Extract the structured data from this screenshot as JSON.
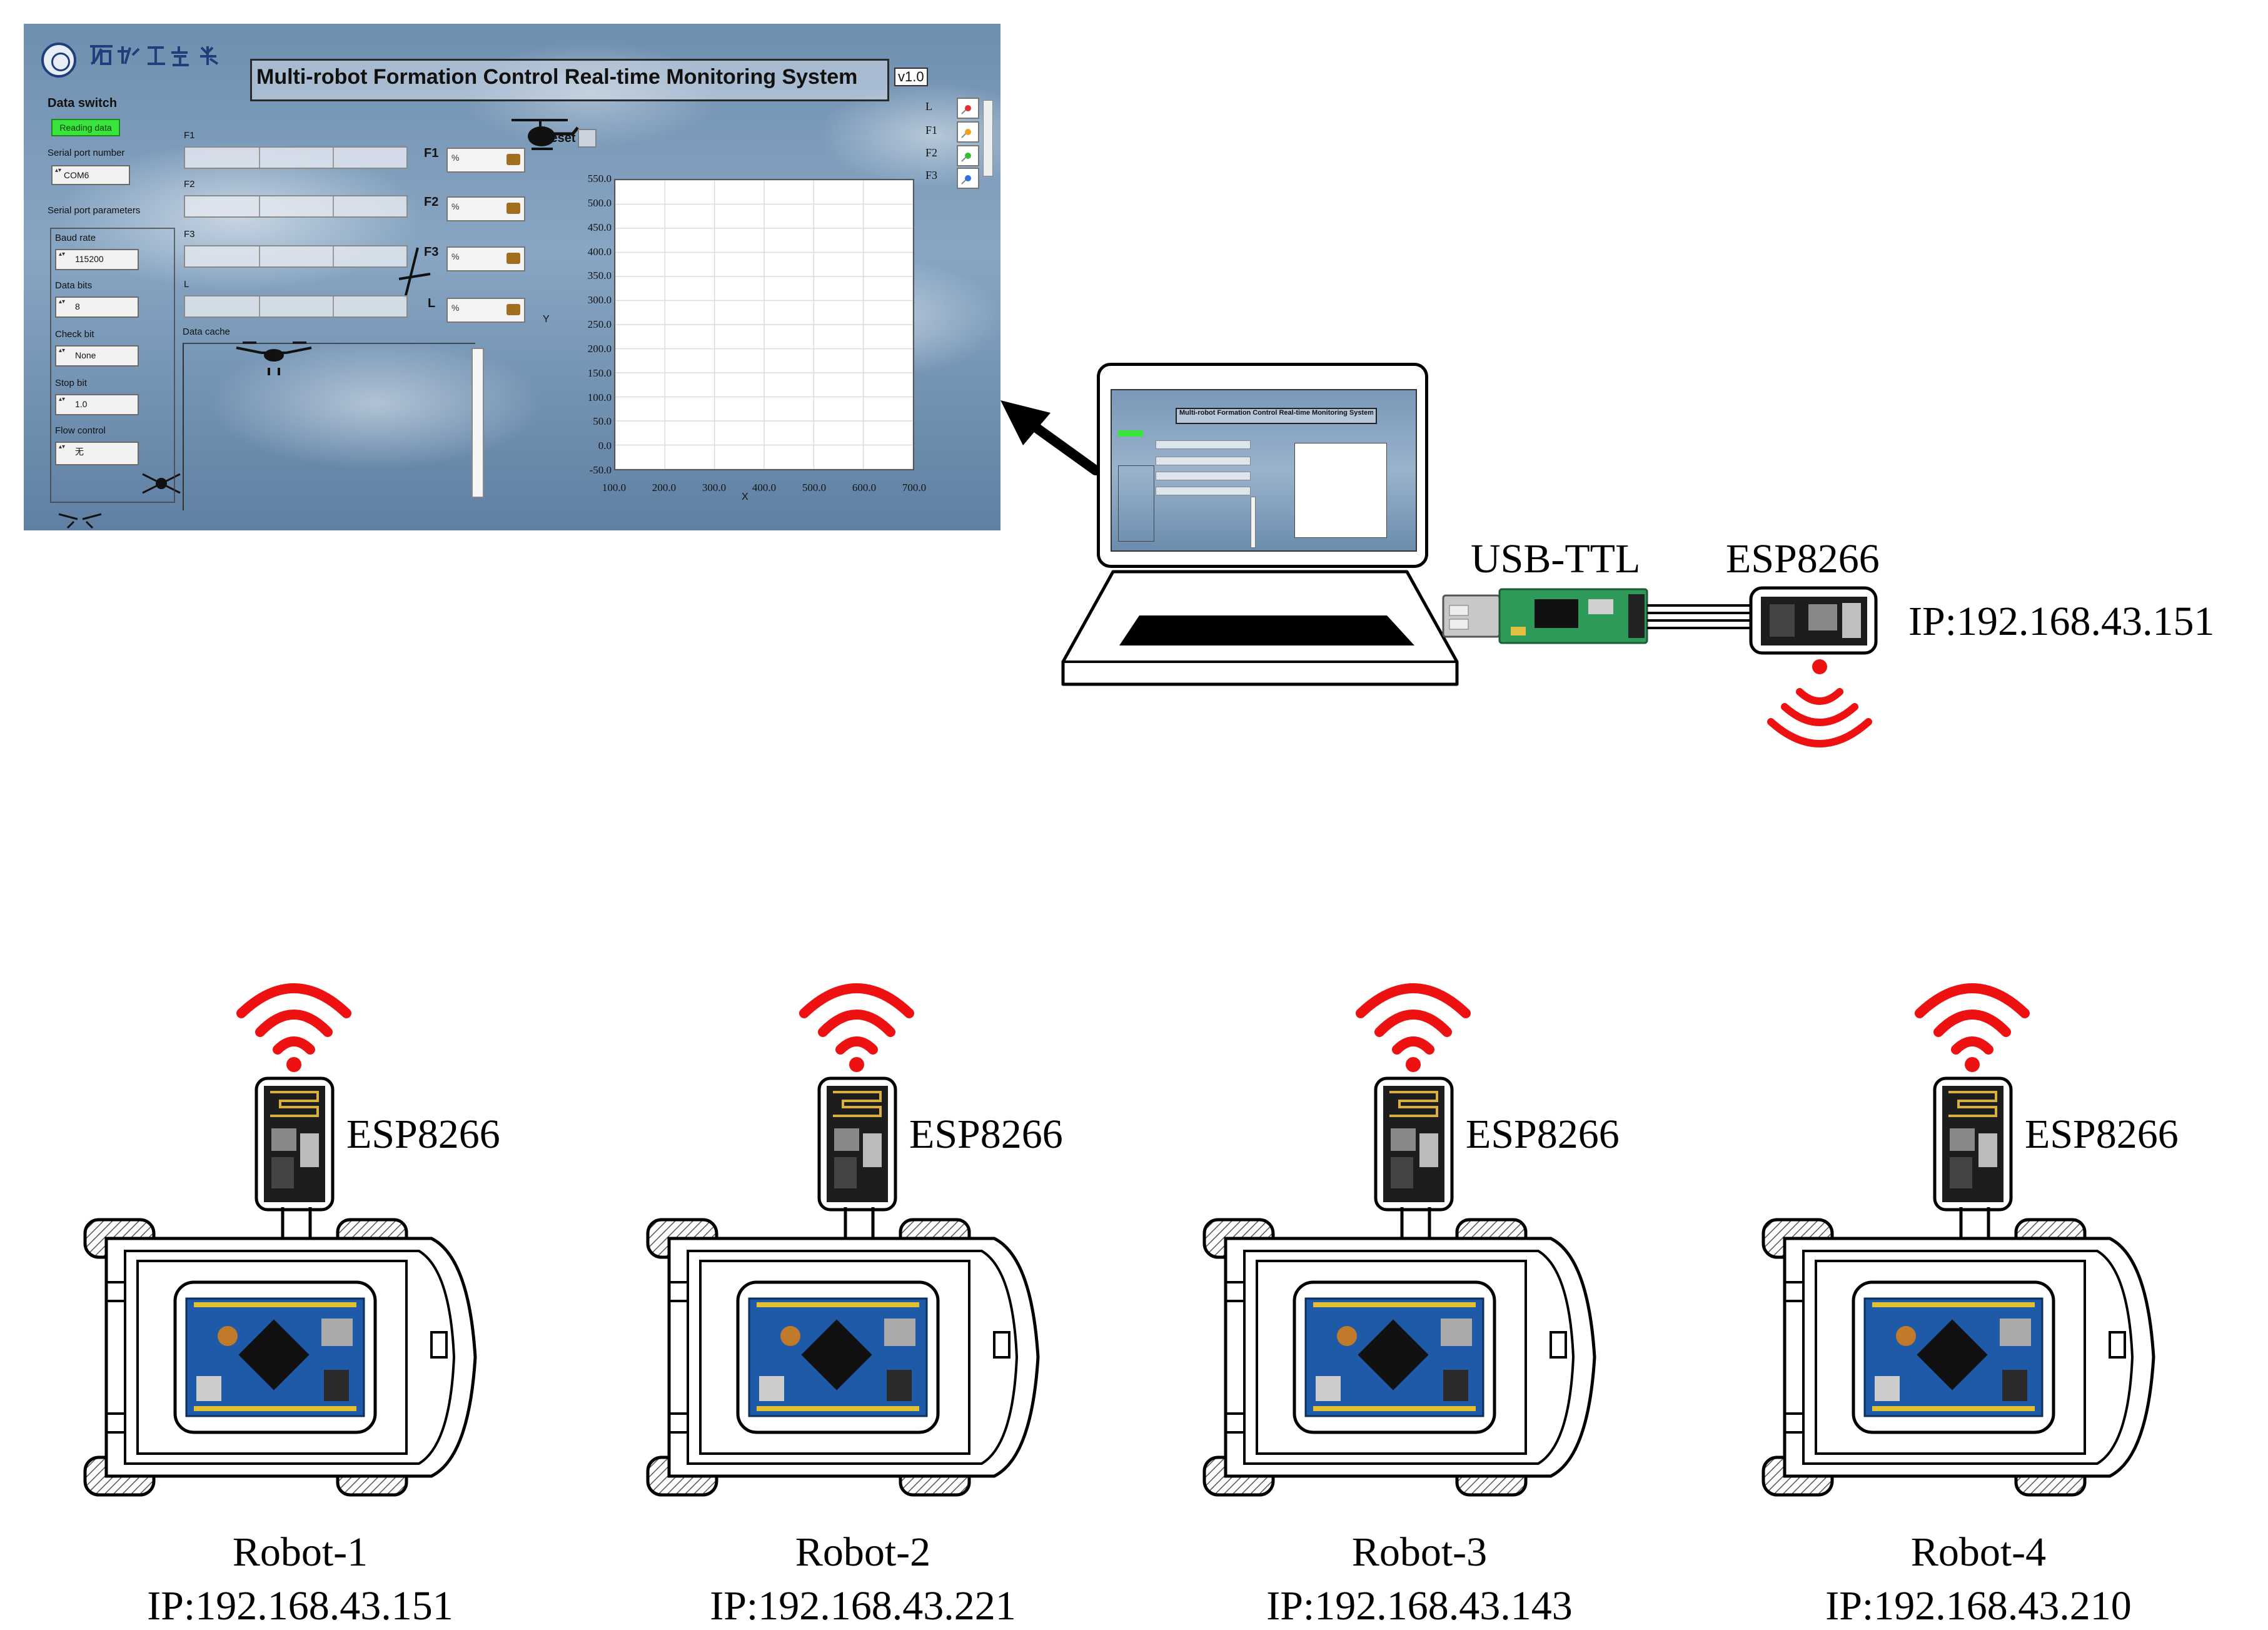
{
  "app": {
    "title": "Multi-robot Formation Control Real-time Monitoring System",
    "version": "v1.0"
  },
  "sidebar": {
    "data_switch": "Data switch",
    "reading_data": "Reading data",
    "serial_port_number": "Serial port number",
    "port": "COM6",
    "serial_port_parameters": "Serial port parameters",
    "baud_rate_label": "Baud rate",
    "baud_rate": "115200",
    "data_bits_label": "Data bits",
    "data_bits": "8",
    "check_bit_label": "Check bit",
    "check_bit": "None",
    "stop_bit_label": "Stop bit",
    "stop_bit": "1.0",
    "flow_control_label": "Flow control",
    "flow_control": "无"
  },
  "fields": {
    "rows": [
      "F1",
      "F2",
      "F3",
      "L"
    ],
    "data_cache": "Data cache"
  },
  "plot": {
    "reset": "Reset",
    "y_ticks": [
      "550.0",
      "500.0",
      "450.0",
      "400.0",
      "350.0",
      "300.0",
      "250.0",
      "200.0",
      "150.0",
      "100.0",
      "50.0",
      "0.0",
      "-50.0"
    ],
    "x_ticks": [
      "100.0",
      "200.0",
      "300.0",
      "400.0",
      "500.0",
      "600.0",
      "700.0"
    ],
    "x_label": "X",
    "y_label": "Y",
    "legend": [
      "L",
      "F1",
      "F2",
      "F3"
    ],
    "legend_colors": [
      "#e03030",
      "#f0a020",
      "#30c030",
      "#3070e0"
    ]
  },
  "hardware": {
    "usb_ttl": "USB-TTL",
    "esp_host": "ESP8266",
    "host_ip": "IP:192.168.43.151"
  },
  "robots": [
    {
      "module": "ESP8266",
      "name": "Robot-1",
      "ip": "IP:192.168.43.151"
    },
    {
      "module": "ESP8266",
      "name": "Robot-2",
      "ip": "IP:192.168.43.221"
    },
    {
      "module": "ESP8266",
      "name": "Robot-3",
      "ip": "IP:192.168.43.143"
    },
    {
      "module": "ESP8266",
      "name": "Robot-4",
      "ip": "IP:192.168.43.210"
    }
  ],
  "colors": {
    "wifi": "#ee1111",
    "led_on": "#39e43d",
    "pcb": "#1e5aa8"
  }
}
